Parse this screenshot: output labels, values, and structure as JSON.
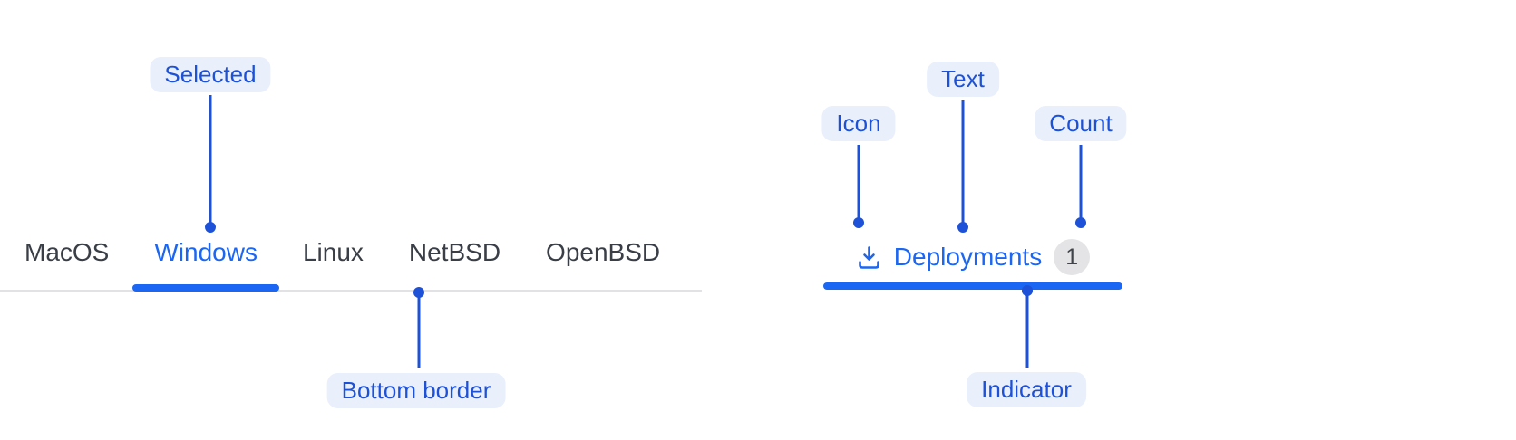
{
  "colors": {
    "page_bg": "#ffffff",
    "accent_blue": "#1b66f2",
    "annotation_blue": "#1d52d8",
    "annotation_pill_bg": "#e9f0fc",
    "tab_text": "#3a3f47",
    "tab_border": "#e2e2e4",
    "badge_bg": "#e4e4e6",
    "badge_text": "#40454c"
  },
  "os_tabs": {
    "items": [
      {
        "label": "MacOS",
        "selected": false
      },
      {
        "label": "Windows",
        "selected": true
      },
      {
        "label": "Linux",
        "selected": false
      },
      {
        "label": "NetBSD",
        "selected": false
      },
      {
        "label": "OpenBSD",
        "selected": false
      }
    ]
  },
  "deploy_tab": {
    "icon": "download-icon",
    "label": "Deployments",
    "count": "1"
  },
  "annotations": {
    "selected": "Selected",
    "bottom_border": "Bottom border",
    "icon": "Icon",
    "text": "Text",
    "count": "Count",
    "indicator": "Indicator"
  }
}
